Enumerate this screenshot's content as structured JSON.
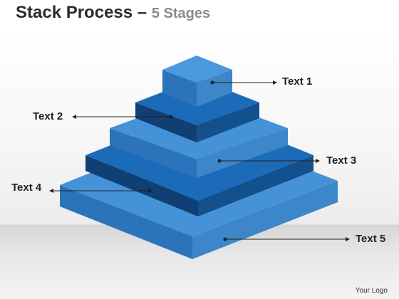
{
  "title": {
    "main": "Stack Process",
    "dash": "–",
    "sub": "5 Stages"
  },
  "stages": [
    {
      "label": "Text 1"
    },
    {
      "label": "Text 2"
    },
    {
      "label": "Text 3"
    },
    {
      "label": "Text 4"
    },
    {
      "label": "Text 5"
    }
  ],
  "colors": {
    "top_light": "#3d8fd6",
    "top_dark": "#1c6bb8",
    "side_left_light": "#2a72b8",
    "side_right_light": "#3e86c8",
    "side_left_dark": "#0e3f74",
    "side_right_dark": "#134f8c"
  },
  "logo": "Your Logo"
}
